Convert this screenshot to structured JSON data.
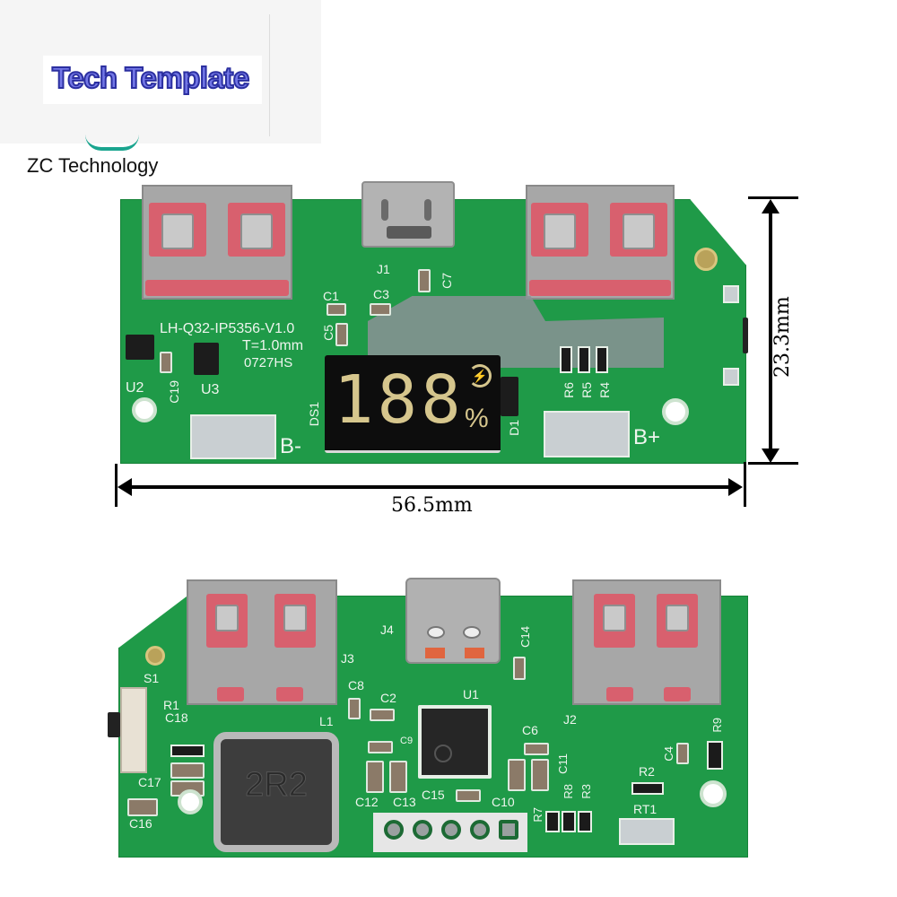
{
  "watermark": {
    "title": "Tech Template",
    "brand": "ZC Technology",
    "title_fill": "#7377e6",
    "title_stroke": "#2b2fa0"
  },
  "top_board": {
    "silkscreen": {
      "model": "LH-Q32-IP5356-V1.0",
      "thickness": "T=1.0mm",
      "code": "0727HS",
      "labels": [
        "J1",
        "C1",
        "C3",
        "C5",
        "C7",
        "C19",
        "U2",
        "U3",
        "DS1",
        "D1",
        "R6",
        "R5",
        "R4",
        "B-",
        "B+"
      ]
    },
    "display": {
      "digits": "188",
      "charge_icon": "lightning-bolt",
      "unit": "%"
    },
    "dimensions": {
      "width": "56.5mm",
      "height": "23.3mm"
    }
  },
  "bottom_board": {
    "silkscreen": {
      "labels": [
        "S1",
        "R1",
        "C18",
        "C17",
        "C16",
        "J3",
        "L1",
        "C8",
        "C2",
        "C9",
        "C12",
        "C13",
        "C15",
        "C10",
        "J4",
        "U1",
        "C14",
        "C6",
        "C11",
        "R7",
        "R8",
        "R3",
        "J2",
        "R9",
        "C4",
        "R2",
        "RT1"
      ]
    },
    "inductor_marking": "2R2"
  },
  "colors": {
    "pcb_green": "#1f9a48",
    "usb_tab": "#d8606e",
    "display_segments": "#d6c68d"
  }
}
